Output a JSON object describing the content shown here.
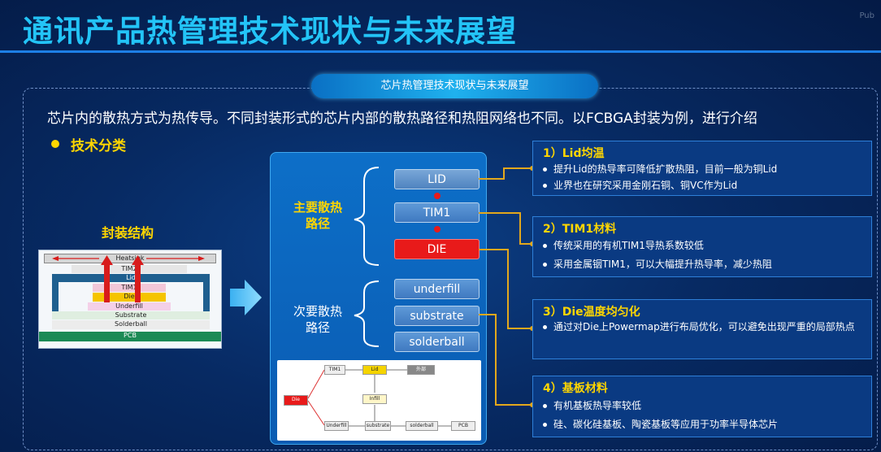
{
  "header": {
    "title": "通讯产品热管理技术现状与未来展望",
    "watermark": "Pub"
  },
  "subtitle": "芯片热管理技术现状与未来展望",
  "intro": "芯片内的散热方式为热传导。不同封装形式的芯片内部的散热路径和热阻网络也不同。以FCBGA封装为例，进行介绍",
  "section_label": "技术分类",
  "package": {
    "label": "封装结构",
    "layers": [
      "Heatsink",
      "TIM2",
      "Lid",
      "TIM1",
      "Die",
      "Underfill",
      "Substrate",
      "Solderball",
      "PCB"
    ]
  },
  "paths": {
    "primary_label_1": "主要散热",
    "primary_label_2": "路径",
    "secondary_label_1": "次要散热",
    "secondary_label_2": "路径",
    "primary": [
      "LID",
      "TIM1",
      "DIE"
    ],
    "secondary": [
      "underfill",
      "substrate",
      "solderball"
    ]
  },
  "mini_flow": {
    "nodes": [
      "TIM1",
      "Lid",
      "外部",
      "Die",
      "Infill",
      "Underfill",
      "substrate",
      "solderball",
      "PCB"
    ]
  },
  "cards": [
    {
      "title": "1）Lid均温",
      "items": [
        "提升Lid的热导率可降低扩散热阻，目前一般为铜Lid",
        "业界也在研究采用金刚石铜、铜VC作为Lid"
      ]
    },
    {
      "title": "2）TIM1材料",
      "items": [
        "传统采用的有机TIM1导热系数较低",
        "采用金属铟TIM1，可以大幅提升热导率，减少热阻"
      ]
    },
    {
      "title": "3）Die温度均匀化",
      "items": [
        "通过对Die上Powermap进行布局优化，可以避免出现严重的局部热点"
      ]
    },
    {
      "title": "4）基板材料",
      "items": [
        "有机基板热导率较低",
        "硅、碳化硅基板、陶瓷基板等应用于功率半导体芯片"
      ]
    }
  ],
  "colors": {
    "title": "#23c4f7",
    "accent_yellow": "#ffd600",
    "die_red": "#e81a1a",
    "connector": "#e3a81c"
  }
}
